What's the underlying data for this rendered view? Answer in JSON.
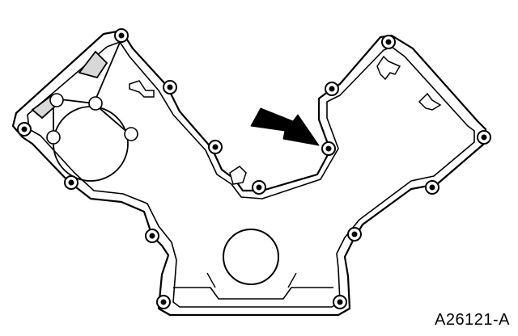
{
  "figure": {
    "reference_code": "A26121-A",
    "line_color": "#000000",
    "fill_color": "#ffffff",
    "shading_color": "#d8d8d8",
    "callout": "arrow-pointing-at-bolt",
    "bolt_count": 15
  }
}
